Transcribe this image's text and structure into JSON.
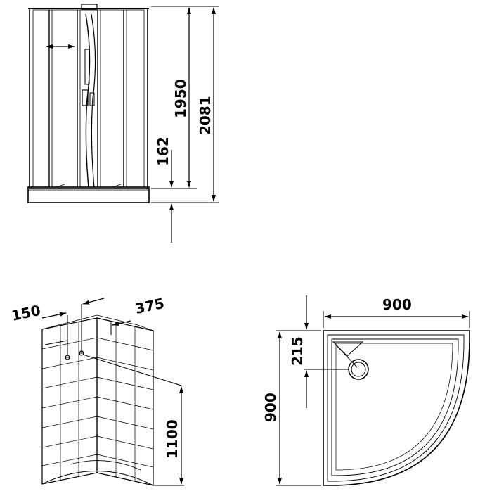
{
  "front_view": {
    "total_height_label": "2081",
    "door_height_label": "1950",
    "tray_height_label": "162"
  },
  "wall_view": {
    "offset_label_left": "150",
    "offset_label_right": "375",
    "outlet_height_label": "1100"
  },
  "tray_top_view": {
    "width_label": "900",
    "depth_label": "900",
    "drain_offset_label": "215"
  }
}
